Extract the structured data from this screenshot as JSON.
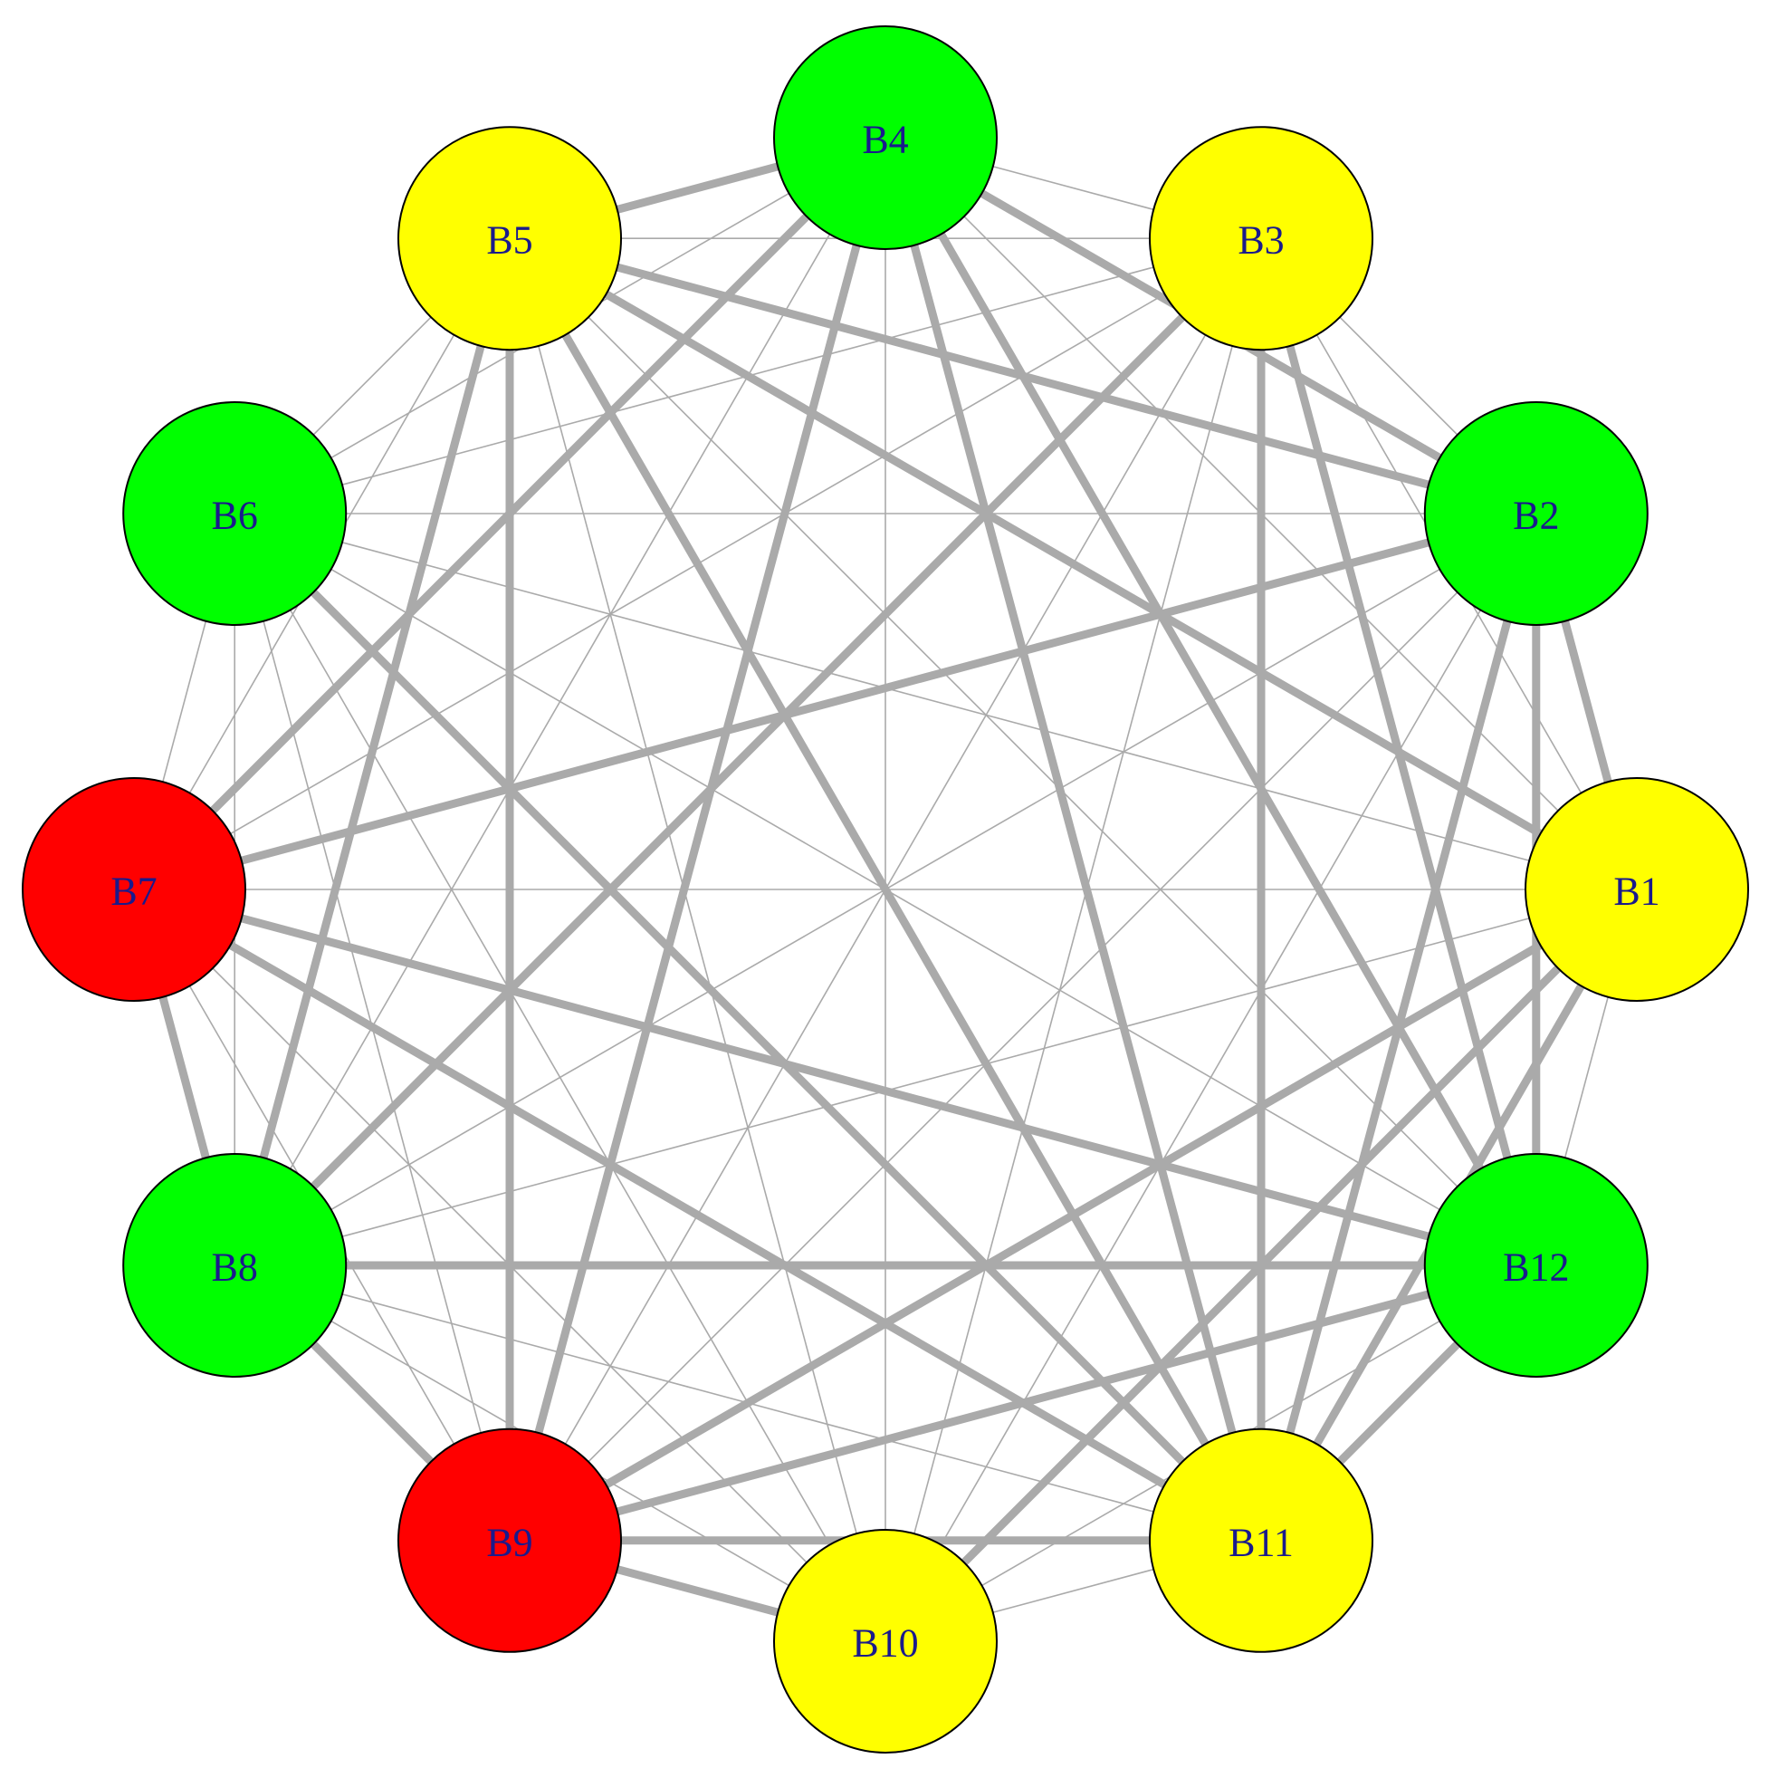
{
  "graph": {
    "label_color": "#1a1a8c",
    "edge_color": "#aaaaaa",
    "node_outline_color": "#000000",
    "colors": {
      "green": "#00ff00",
      "yellow": "#ffff00",
      "red": "#ff0000"
    },
    "nodes": [
      {
        "id": "B1",
        "label": "B1",
        "color": "yellow"
      },
      {
        "id": "B2",
        "label": "B2",
        "color": "green"
      },
      {
        "id": "B3",
        "label": "B3",
        "color": "yellow"
      },
      {
        "id": "B4",
        "label": "B4",
        "color": "green"
      },
      {
        "id": "B5",
        "label": "B5",
        "color": "yellow"
      },
      {
        "id": "B6",
        "label": "B6",
        "color": "green"
      },
      {
        "id": "B7",
        "label": "B7",
        "color": "red"
      },
      {
        "id": "B8",
        "label": "B8",
        "color": "green"
      },
      {
        "id": "B9",
        "label": "B9",
        "color": "red"
      },
      {
        "id": "B10",
        "label": "B10",
        "color": "yellow"
      },
      {
        "id": "B11",
        "label": "B11",
        "color": "yellow"
      },
      {
        "id": "B12",
        "label": "B12",
        "color": "green"
      }
    ],
    "edges": [
      {
        "source": "B1",
        "target": "B2",
        "weight": "thick"
      },
      {
        "source": "B1",
        "target": "B3",
        "weight": "thin"
      },
      {
        "source": "B1",
        "target": "B4",
        "weight": "thin"
      },
      {
        "source": "B1",
        "target": "B5",
        "weight": "thick"
      },
      {
        "source": "B1",
        "target": "B6",
        "weight": "thin"
      },
      {
        "source": "B1",
        "target": "B7",
        "weight": "thin"
      },
      {
        "source": "B1",
        "target": "B8",
        "weight": "thin"
      },
      {
        "source": "B1",
        "target": "B9",
        "weight": "thick"
      },
      {
        "source": "B1",
        "target": "B10",
        "weight": "thick"
      },
      {
        "source": "B1",
        "target": "B11",
        "weight": "thick"
      },
      {
        "source": "B1",
        "target": "B12",
        "weight": "thin"
      },
      {
        "source": "B2",
        "target": "B3",
        "weight": "thin"
      },
      {
        "source": "B2",
        "target": "B4",
        "weight": "thick"
      },
      {
        "source": "B2",
        "target": "B5",
        "weight": "thick"
      },
      {
        "source": "B2",
        "target": "B6",
        "weight": "thin"
      },
      {
        "source": "B2",
        "target": "B7",
        "weight": "thick"
      },
      {
        "source": "B2",
        "target": "B8",
        "weight": "thin"
      },
      {
        "source": "B2",
        "target": "B9",
        "weight": "thin"
      },
      {
        "source": "B2",
        "target": "B10",
        "weight": "thin"
      },
      {
        "source": "B2",
        "target": "B11",
        "weight": "thick"
      },
      {
        "source": "B2",
        "target": "B12",
        "weight": "thick"
      },
      {
        "source": "B3",
        "target": "B4",
        "weight": "thin"
      },
      {
        "source": "B3",
        "target": "B5",
        "weight": "thin"
      },
      {
        "source": "B3",
        "target": "B6",
        "weight": "thin"
      },
      {
        "source": "B3",
        "target": "B7",
        "weight": "thin"
      },
      {
        "source": "B3",
        "target": "B8",
        "weight": "thick"
      },
      {
        "source": "B3",
        "target": "B9",
        "weight": "thin"
      },
      {
        "source": "B3",
        "target": "B10",
        "weight": "thin"
      },
      {
        "source": "B3",
        "target": "B11",
        "weight": "thick"
      },
      {
        "source": "B3",
        "target": "B12",
        "weight": "thick"
      },
      {
        "source": "B4",
        "target": "B5",
        "weight": "thick"
      },
      {
        "source": "B4",
        "target": "B6",
        "weight": "thin"
      },
      {
        "source": "B4",
        "target": "B7",
        "weight": "thick"
      },
      {
        "source": "B4",
        "target": "B8",
        "weight": "thin"
      },
      {
        "source": "B4",
        "target": "B9",
        "weight": "thick"
      },
      {
        "source": "B4",
        "target": "B10",
        "weight": "thin"
      },
      {
        "source": "B4",
        "target": "B11",
        "weight": "thick"
      },
      {
        "source": "B4",
        "target": "B12",
        "weight": "thick"
      },
      {
        "source": "B5",
        "target": "B6",
        "weight": "thin"
      },
      {
        "source": "B5",
        "target": "B7",
        "weight": "thin"
      },
      {
        "source": "B5",
        "target": "B8",
        "weight": "thick"
      },
      {
        "source": "B5",
        "target": "B9",
        "weight": "thick"
      },
      {
        "source": "B5",
        "target": "B10",
        "weight": "thin"
      },
      {
        "source": "B5",
        "target": "B11",
        "weight": "thick"
      },
      {
        "source": "B5",
        "target": "B12",
        "weight": "thin"
      },
      {
        "source": "B6",
        "target": "B7",
        "weight": "thin"
      },
      {
        "source": "B6",
        "target": "B8",
        "weight": "thin"
      },
      {
        "source": "B6",
        "target": "B9",
        "weight": "thin"
      },
      {
        "source": "B6",
        "target": "B10",
        "weight": "thin"
      },
      {
        "source": "B6",
        "target": "B11",
        "weight": "thick"
      },
      {
        "source": "B6",
        "target": "B12",
        "weight": "thin"
      },
      {
        "source": "B7",
        "target": "B8",
        "weight": "thick"
      },
      {
        "source": "B7",
        "target": "B9",
        "weight": "thin"
      },
      {
        "source": "B7",
        "target": "B10",
        "weight": "thin"
      },
      {
        "source": "B7",
        "target": "B11",
        "weight": "thick"
      },
      {
        "source": "B7",
        "target": "B12",
        "weight": "thick"
      },
      {
        "source": "B8",
        "target": "B9",
        "weight": "thick"
      },
      {
        "source": "B8",
        "target": "B10",
        "weight": "thin"
      },
      {
        "source": "B8",
        "target": "B11",
        "weight": "thin"
      },
      {
        "source": "B8",
        "target": "B12",
        "weight": "thick"
      },
      {
        "source": "B9",
        "target": "B10",
        "weight": "thick"
      },
      {
        "source": "B9",
        "target": "B11",
        "weight": "thick"
      },
      {
        "source": "B9",
        "target": "B12",
        "weight": "thick"
      },
      {
        "source": "B10",
        "target": "B11",
        "weight": "thin"
      },
      {
        "source": "B10",
        "target": "B12",
        "weight": "thin"
      },
      {
        "source": "B11",
        "target": "B12",
        "weight": "thick"
      }
    ]
  }
}
